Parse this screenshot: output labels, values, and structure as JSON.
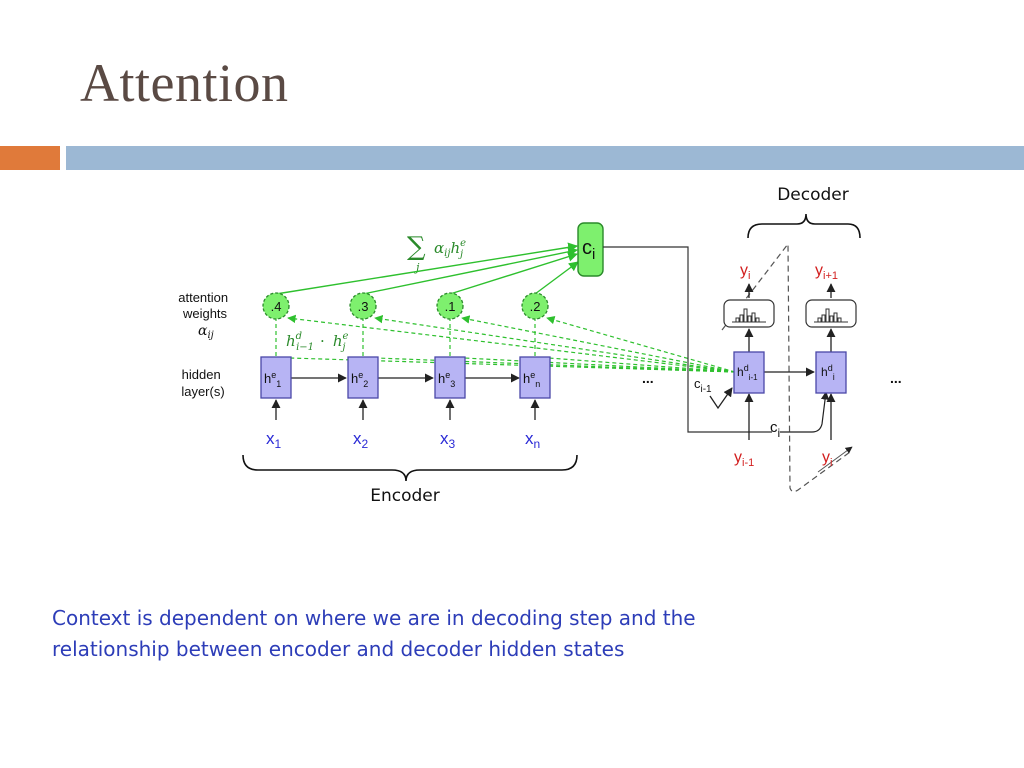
{
  "slide": {
    "title": "Attention",
    "caption_line1": "Context is dependent on where we are in decoding step and the",
    "caption_line2": "relationship between encoder and decoder hidden states"
  },
  "diagram": {
    "decoder_label": "Decoder",
    "encoder_label": "Encoder",
    "attention_weights_label_1": "attention",
    "attention_weights_label_2": "weights",
    "alpha_ij": "α",
    "alpha_ij_sub": "ij",
    "hidden_layers_label_1": "hidden",
    "hidden_layers_label_2": "layer(s)",
    "sum_symbol": "∑",
    "sum_index": "j",
    "sum_term": "α",
    "sum_term_sub": "ij",
    "sum_h": "h",
    "sum_h_sup": "e",
    "sum_h_sub": "j",
    "dot_term_h": "h",
    "dot_term_sup": "d",
    "dot_term_sub": "i−1",
    "dot_term_op": "·",
    "dot_term_h2": "h",
    "dot_term2_sup": "e",
    "dot_term2_sub": "j",
    "context_label": "c",
    "context_sub": "i",
    "weights": [
      ".4",
      ".3",
      ".1",
      ".2"
    ],
    "encoder_states": [
      {
        "base": "h",
        "sup": "e",
        "sub": "1"
      },
      {
        "base": "h",
        "sup": "e",
        "sub": "2"
      },
      {
        "base": "h",
        "sup": "e",
        "sub": "3"
      },
      {
        "base": "h",
        "sup": "e",
        "sub": "n"
      }
    ],
    "inputs": [
      {
        "base": "x",
        "sub": "1"
      },
      {
        "base": "x",
        "sub": "2"
      },
      {
        "base": "x",
        "sub": "3"
      },
      {
        "base": "x",
        "sub": "n"
      }
    ],
    "ellipsis": "...",
    "decoder_state_prev": {
      "base": "h",
      "sup": "d",
      "sub": "i-1"
    },
    "decoder_state_cur": {
      "base": "h",
      "sup": "d",
      "sub": "i"
    },
    "c_prev": {
      "base": "c",
      "sub": "i-1"
    },
    "c_cur": {
      "base": "c",
      "sub": "i"
    },
    "y_out_1": {
      "base": "y",
      "sub": "i"
    },
    "y_out_2": {
      "base": "y",
      "sub": "i+1"
    },
    "y_in_1": {
      "base": "y",
      "sub": "i-1"
    },
    "y_in_2": {
      "base": "y",
      "sub": "i"
    },
    "colors": {
      "green": "#2ec02e",
      "green_fill": "#7ef06e",
      "box_fill": "#b7b4f4",
      "box_stroke": "#4a47a8",
      "blue_text": "#2b2bd6",
      "red_text": "#d21f1f"
    }
  }
}
